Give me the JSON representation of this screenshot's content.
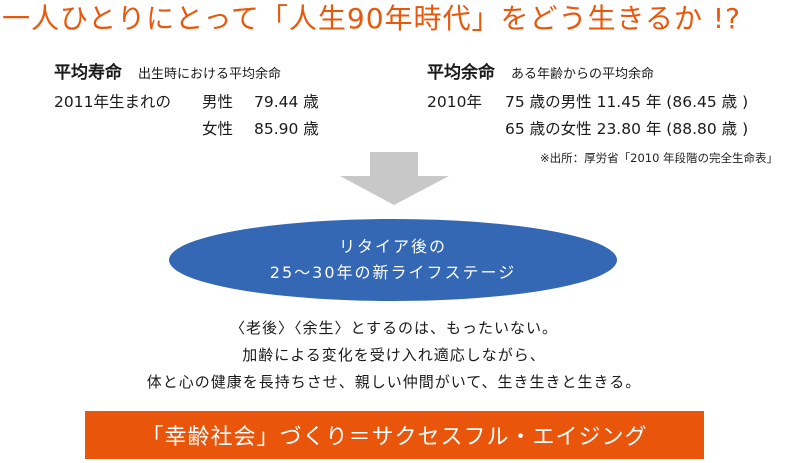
{
  "title": "一人ひとりにとって「人生90年時代」をどう生きるか !?",
  "colors": {
    "title": "#e8580c",
    "ellipse": "#3467b4",
    "banner": "#e8550b",
    "arrow": "#c8c8c8"
  },
  "life_expectancy": {
    "heading": "平均寿命",
    "subheading": "出生時における平均余命",
    "rows": [
      {
        "year_label": "2011年生まれの",
        "sex": "男性",
        "value": "79.44 歳"
      },
      {
        "year_label": "",
        "sex": "女性",
        "value": "85.90 歳"
      }
    ]
  },
  "remaining_life": {
    "heading": "平均余命",
    "subheading": "ある年齢からの平均余命",
    "rows": [
      {
        "year_label": "2010年",
        "text": "75 歳の男性 11.45 年 (86.45 歳 )"
      },
      {
        "year_label": "",
        "text": "65 歳の女性 23.80 年 (88.80 歳 )"
      }
    ]
  },
  "source": "※出所：厚労省「2010 年段階の完全生命表」",
  "arrow_icon": "down-arrow-icon",
  "ellipse": {
    "line1": "リタイア後の",
    "line2": "25～30年の新ライフステージ"
  },
  "message": {
    "lines": [
      "〈老後〉〈余生〉とするのは、もったいない。",
      "加齢による変化を受け入れ適応しながら、",
      "体と心の健康を長持ちさせ、親しい仲間がいて、生き生きと生きる。"
    ]
  },
  "banner": "「幸齢社会」づくり＝サクセスフル・エイジング"
}
